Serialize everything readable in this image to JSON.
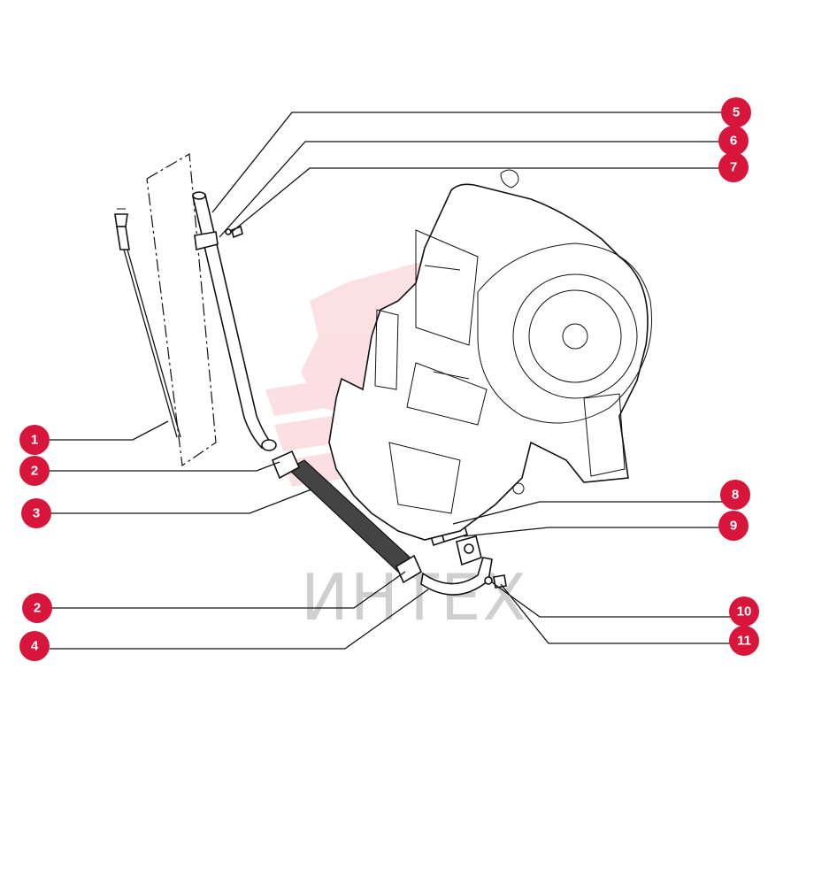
{
  "watermark": {
    "text": "ИНТЕХ",
    "color": "#f7c9cf"
  },
  "callout_color": "#d8163c",
  "callouts": [
    {
      "label": "1"
    },
    {
      "label": "2"
    },
    {
      "label": "3"
    },
    {
      "label": "2"
    },
    {
      "label": "4"
    },
    {
      "label": "5"
    },
    {
      "label": "6"
    },
    {
      "label": "7"
    },
    {
      "label": "8"
    },
    {
      "label": "9"
    },
    {
      "label": "10"
    },
    {
      "label": "11"
    }
  ]
}
